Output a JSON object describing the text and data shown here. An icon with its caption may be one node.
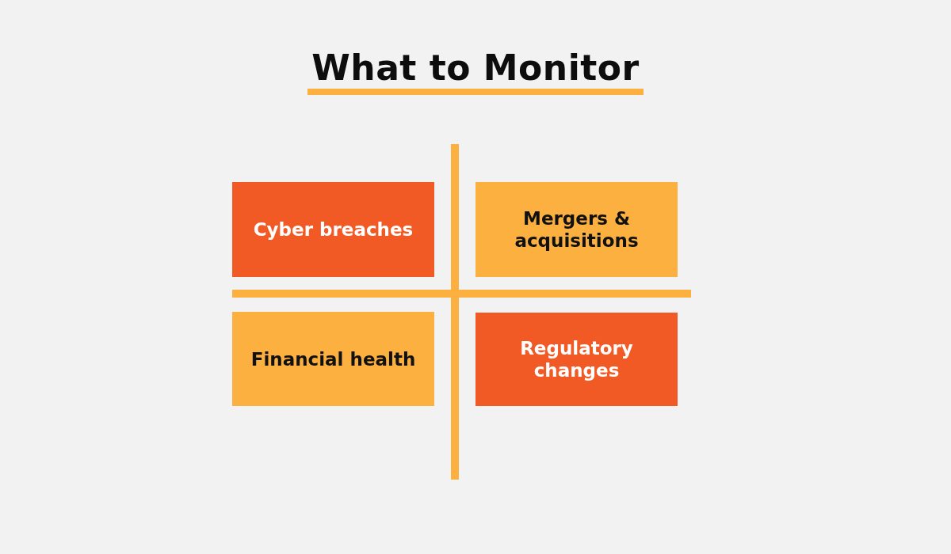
{
  "diagram": {
    "title": "What to Monitor",
    "nodes": [
      {
        "text": [
          "Cyber breaches"
        ]
      },
      {
        "text": [
          "Mergers & acquisitions"
        ]
      },
      {
        "text": [
          "Financial health"
        ]
      },
      {
        "text": [
          "Regulatory changes"
        ]
      }
    ]
  }
}
